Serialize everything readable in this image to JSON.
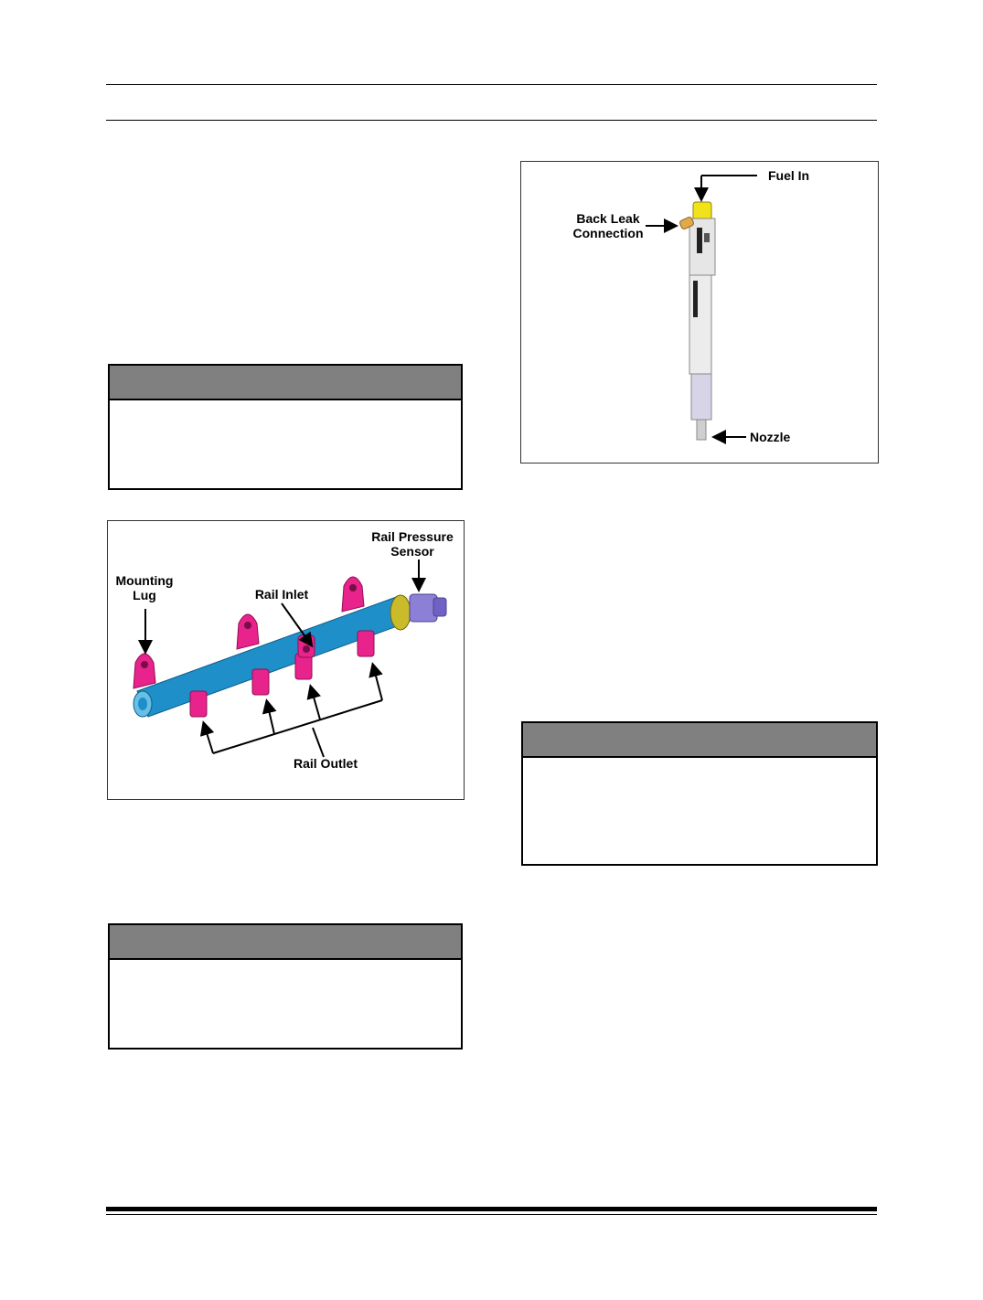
{
  "fuel_rail_figure": {
    "labels": {
      "mounting_lug_1": "Mounting",
      "mounting_lug_2": "Lug",
      "rail_inlet": "Rail Inlet",
      "rail_pressure_sensor_1": "Rail Pressure",
      "rail_pressure_sensor_2": "Sensor",
      "rail_outlet": "Rail Outlet"
    },
    "colors": {
      "rail": "#1f8fc9",
      "fittings": "#e8238b",
      "sensor": "#8c7fd6",
      "nut": "#c9bb2a"
    }
  },
  "injector_figure": {
    "labels": {
      "fuel_in": "Fuel In",
      "back_leak_1": "Back Leak",
      "back_leak_2": "Connection",
      "nozzle": "Nozzle"
    },
    "colors": {
      "cap": "#f2e21a",
      "body": "#e6e6e6",
      "leak_port": "#e0a94a"
    }
  }
}
